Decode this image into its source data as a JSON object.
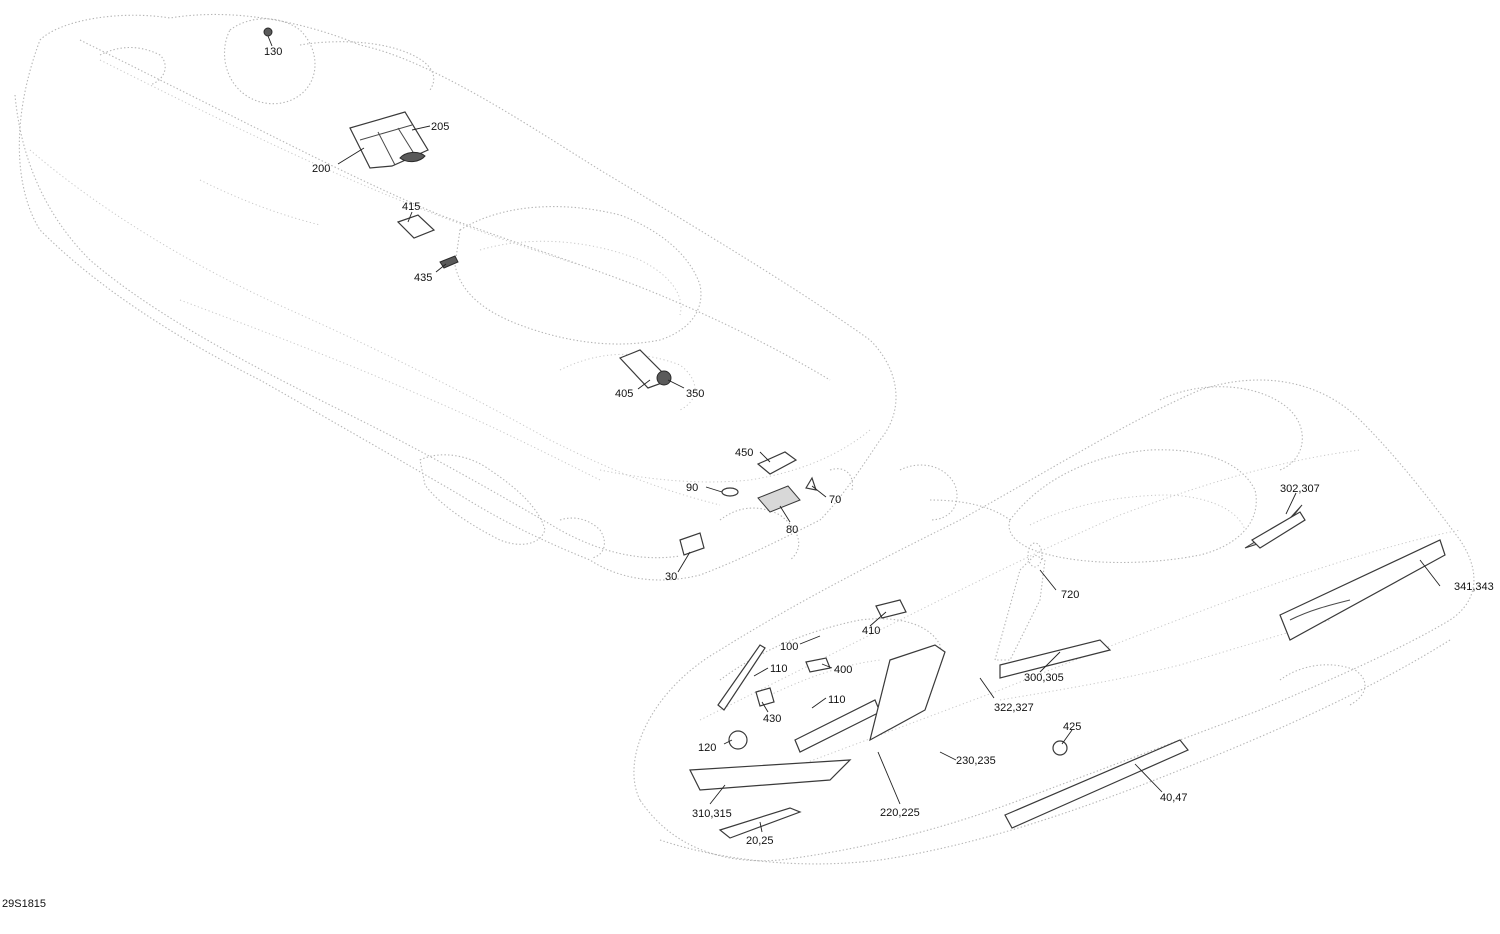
{
  "figure_code": "29S1815",
  "callouts": [
    {
      "id": "c130",
      "label": "130"
    },
    {
      "id": "c205",
      "label": "205"
    },
    {
      "id": "c200",
      "label": "200"
    },
    {
      "id": "c415",
      "label": "415"
    },
    {
      "id": "c435",
      "label": "435"
    },
    {
      "id": "c405",
      "label": "405"
    },
    {
      "id": "c350",
      "label": "350"
    },
    {
      "id": "c450",
      "label": "450"
    },
    {
      "id": "c90",
      "label": "90"
    },
    {
      "id": "c70",
      "label": "70"
    },
    {
      "id": "c80",
      "label": "80"
    },
    {
      "id": "c30",
      "label": "30"
    },
    {
      "id": "c302",
      "label": "302,307"
    },
    {
      "id": "c341",
      "label": "341,343"
    },
    {
      "id": "c720",
      "label": "720"
    },
    {
      "id": "c410",
      "label": "410"
    },
    {
      "id": "c100",
      "label": "100"
    },
    {
      "id": "c110a",
      "label": "110"
    },
    {
      "id": "c400",
      "label": "400"
    },
    {
      "id": "c300",
      "label": "300,305"
    },
    {
      "id": "c110b",
      "label": "110"
    },
    {
      "id": "c322",
      "label": "322,327"
    },
    {
      "id": "c430",
      "label": "430"
    },
    {
      "id": "c425",
      "label": "425"
    },
    {
      "id": "c120",
      "label": "120"
    },
    {
      "id": "c230",
      "label": "230,235"
    },
    {
      "id": "c40",
      "label": "40,47"
    },
    {
      "id": "c310",
      "label": "310,315"
    },
    {
      "id": "c220",
      "label": "220,225"
    },
    {
      "id": "c20",
      "label": "20,25"
    }
  ]
}
